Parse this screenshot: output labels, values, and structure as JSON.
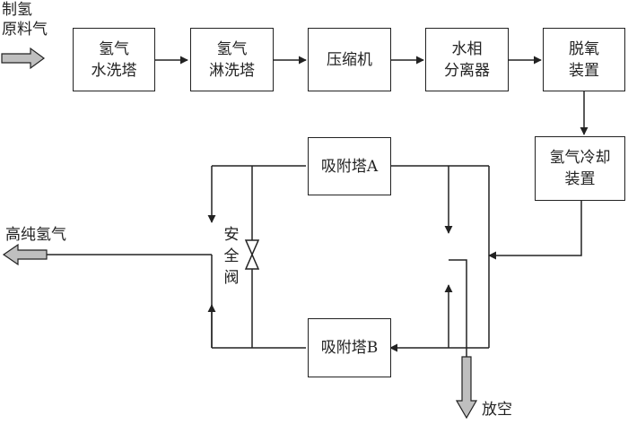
{
  "title": "",
  "labels": {
    "feed_gas": "制氢\n原料气",
    "product_gas": "高纯氢气",
    "vent": "放空",
    "safety_valve": "安全阀"
  },
  "boxes": {
    "water_wash_tower": "氢气\n水洗塔",
    "spray_wash_tower": "氢气\n淋洗塔",
    "compressor": "压缩机",
    "water_separator": "水相\n分离器",
    "deoxygenation_unit": "脱氧\n装置",
    "cooling_unit": "氢气冷却\n装置",
    "adsorption_tower_a": "吸附塔A",
    "adsorption_tower_b": "吸附塔B"
  }
}
